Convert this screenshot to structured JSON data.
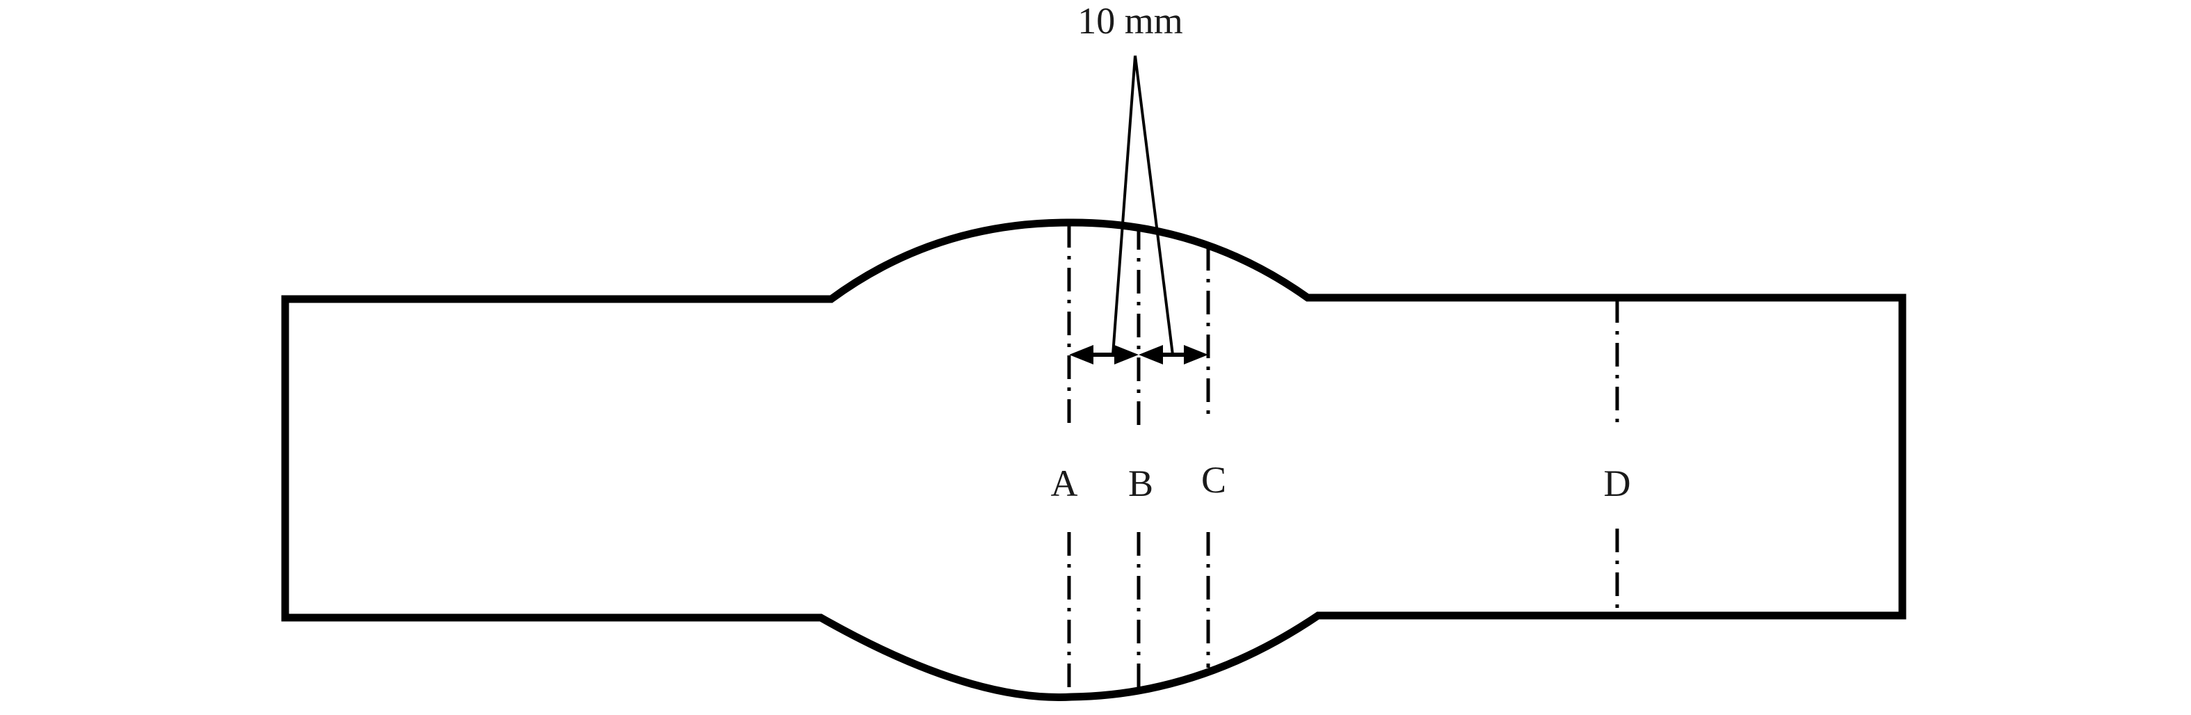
{
  "dimension": {
    "label": "10 mm"
  },
  "sections": [
    {
      "id": "A",
      "label": "A"
    },
    {
      "id": "B",
      "label": "B"
    },
    {
      "id": "C",
      "label": "C"
    },
    {
      "id": "D",
      "label": "D"
    }
  ],
  "colors": {
    "stroke": "#000000",
    "text": "#1a1a1a",
    "background": "#ffffff"
  }
}
